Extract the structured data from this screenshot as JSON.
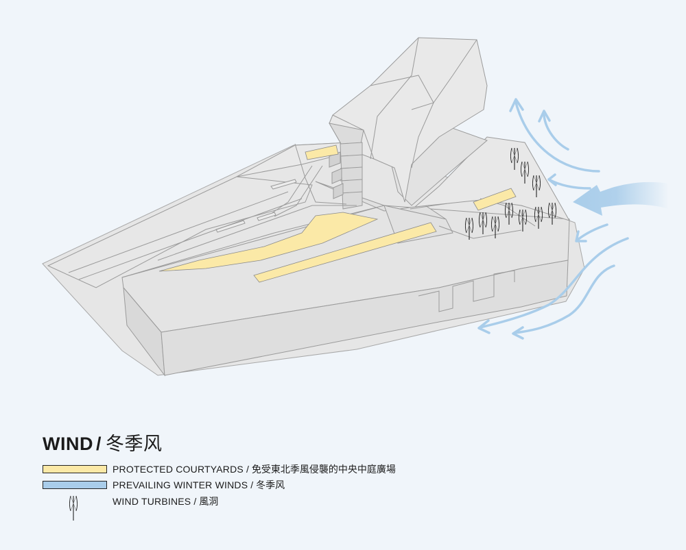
{
  "colors": {
    "courtyard": "#fbe9a7",
    "wind": "#a9cdea",
    "building_fill": "#e3e3e3",
    "building_stroke": "#9a9a9a",
    "background": "#f0f5fa"
  },
  "legend": {
    "title_en": "WIND",
    "title_cn": "冬季风",
    "items": [
      {
        "label_en": "PROTECTED COURTYARDS",
        "label_cn": "免受東北季風侵襲的中央中庭廣場",
        "swatch": "courtyard"
      },
      {
        "label_en": "PREVAILING WINTER WINDS",
        "label_cn": "冬季风",
        "swatch": "wind"
      },
      {
        "label_en": "WIND TURBINES",
        "label_cn": "風洞",
        "icon": "wind-turbine-icon"
      }
    ]
  }
}
